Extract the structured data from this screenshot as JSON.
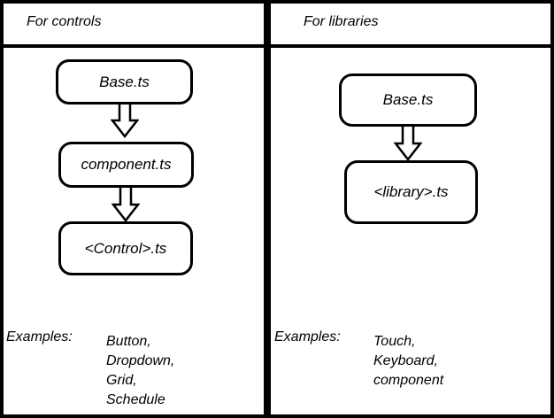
{
  "colors": {
    "line": "#000000",
    "background": "#ffffff"
  },
  "panels": [
    {
      "title": "For controls",
      "boxes": [
        "Base.ts",
        "component.ts",
        "<Control>.ts"
      ],
      "examples_label": "Examples:",
      "examples": [
        "Button,",
        "Dropdown,",
        "Grid,",
        "Schedule"
      ]
    },
    {
      "title": "For libraries",
      "boxes": [
        "Base.ts",
        "<library>.ts"
      ],
      "examples_label": "Examples:",
      "examples": [
        "Touch,",
        "Keyboard,",
        "component"
      ]
    }
  ]
}
